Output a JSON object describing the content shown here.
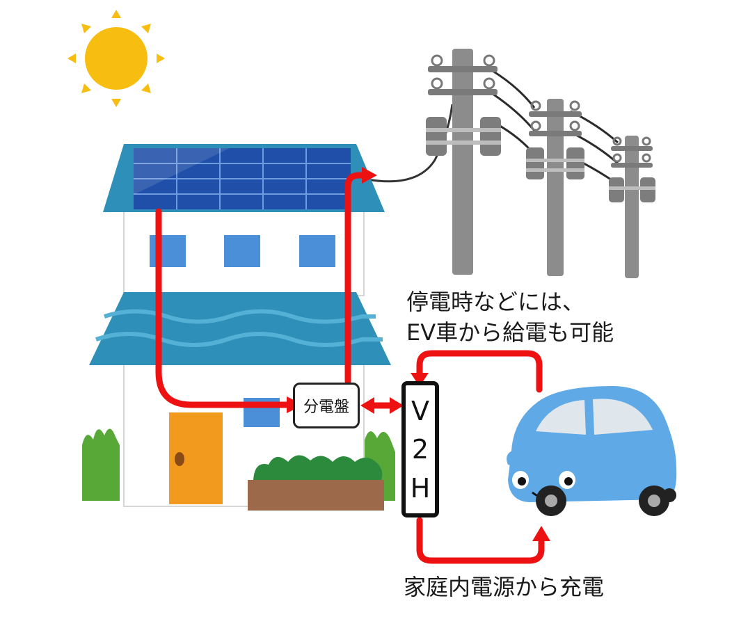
{
  "labels": {
    "outage_note_line1": "停電時などには、",
    "outage_note_line2": "EV車から給電も可能",
    "charge_note": "家庭内電源から充電",
    "distribution_panel": "分電盤",
    "v2h_chars": [
      "V",
      "2",
      "H"
    ]
  },
  "icons": [
    "sun-icon",
    "house-icon",
    "solar-panel-icon",
    "utility-pole-icon",
    "car-icon",
    "bush-icon",
    "arrow-icon"
  ],
  "colors": {
    "arrow": "#ee1111",
    "roof": "#2e8fb8",
    "solar_panel": "#1f4fa8",
    "sun": "#f7bd10",
    "car": "#5fa9e6",
    "door": "#f29a1e",
    "pole": "#8c8c8c",
    "bush": "#58a838"
  }
}
